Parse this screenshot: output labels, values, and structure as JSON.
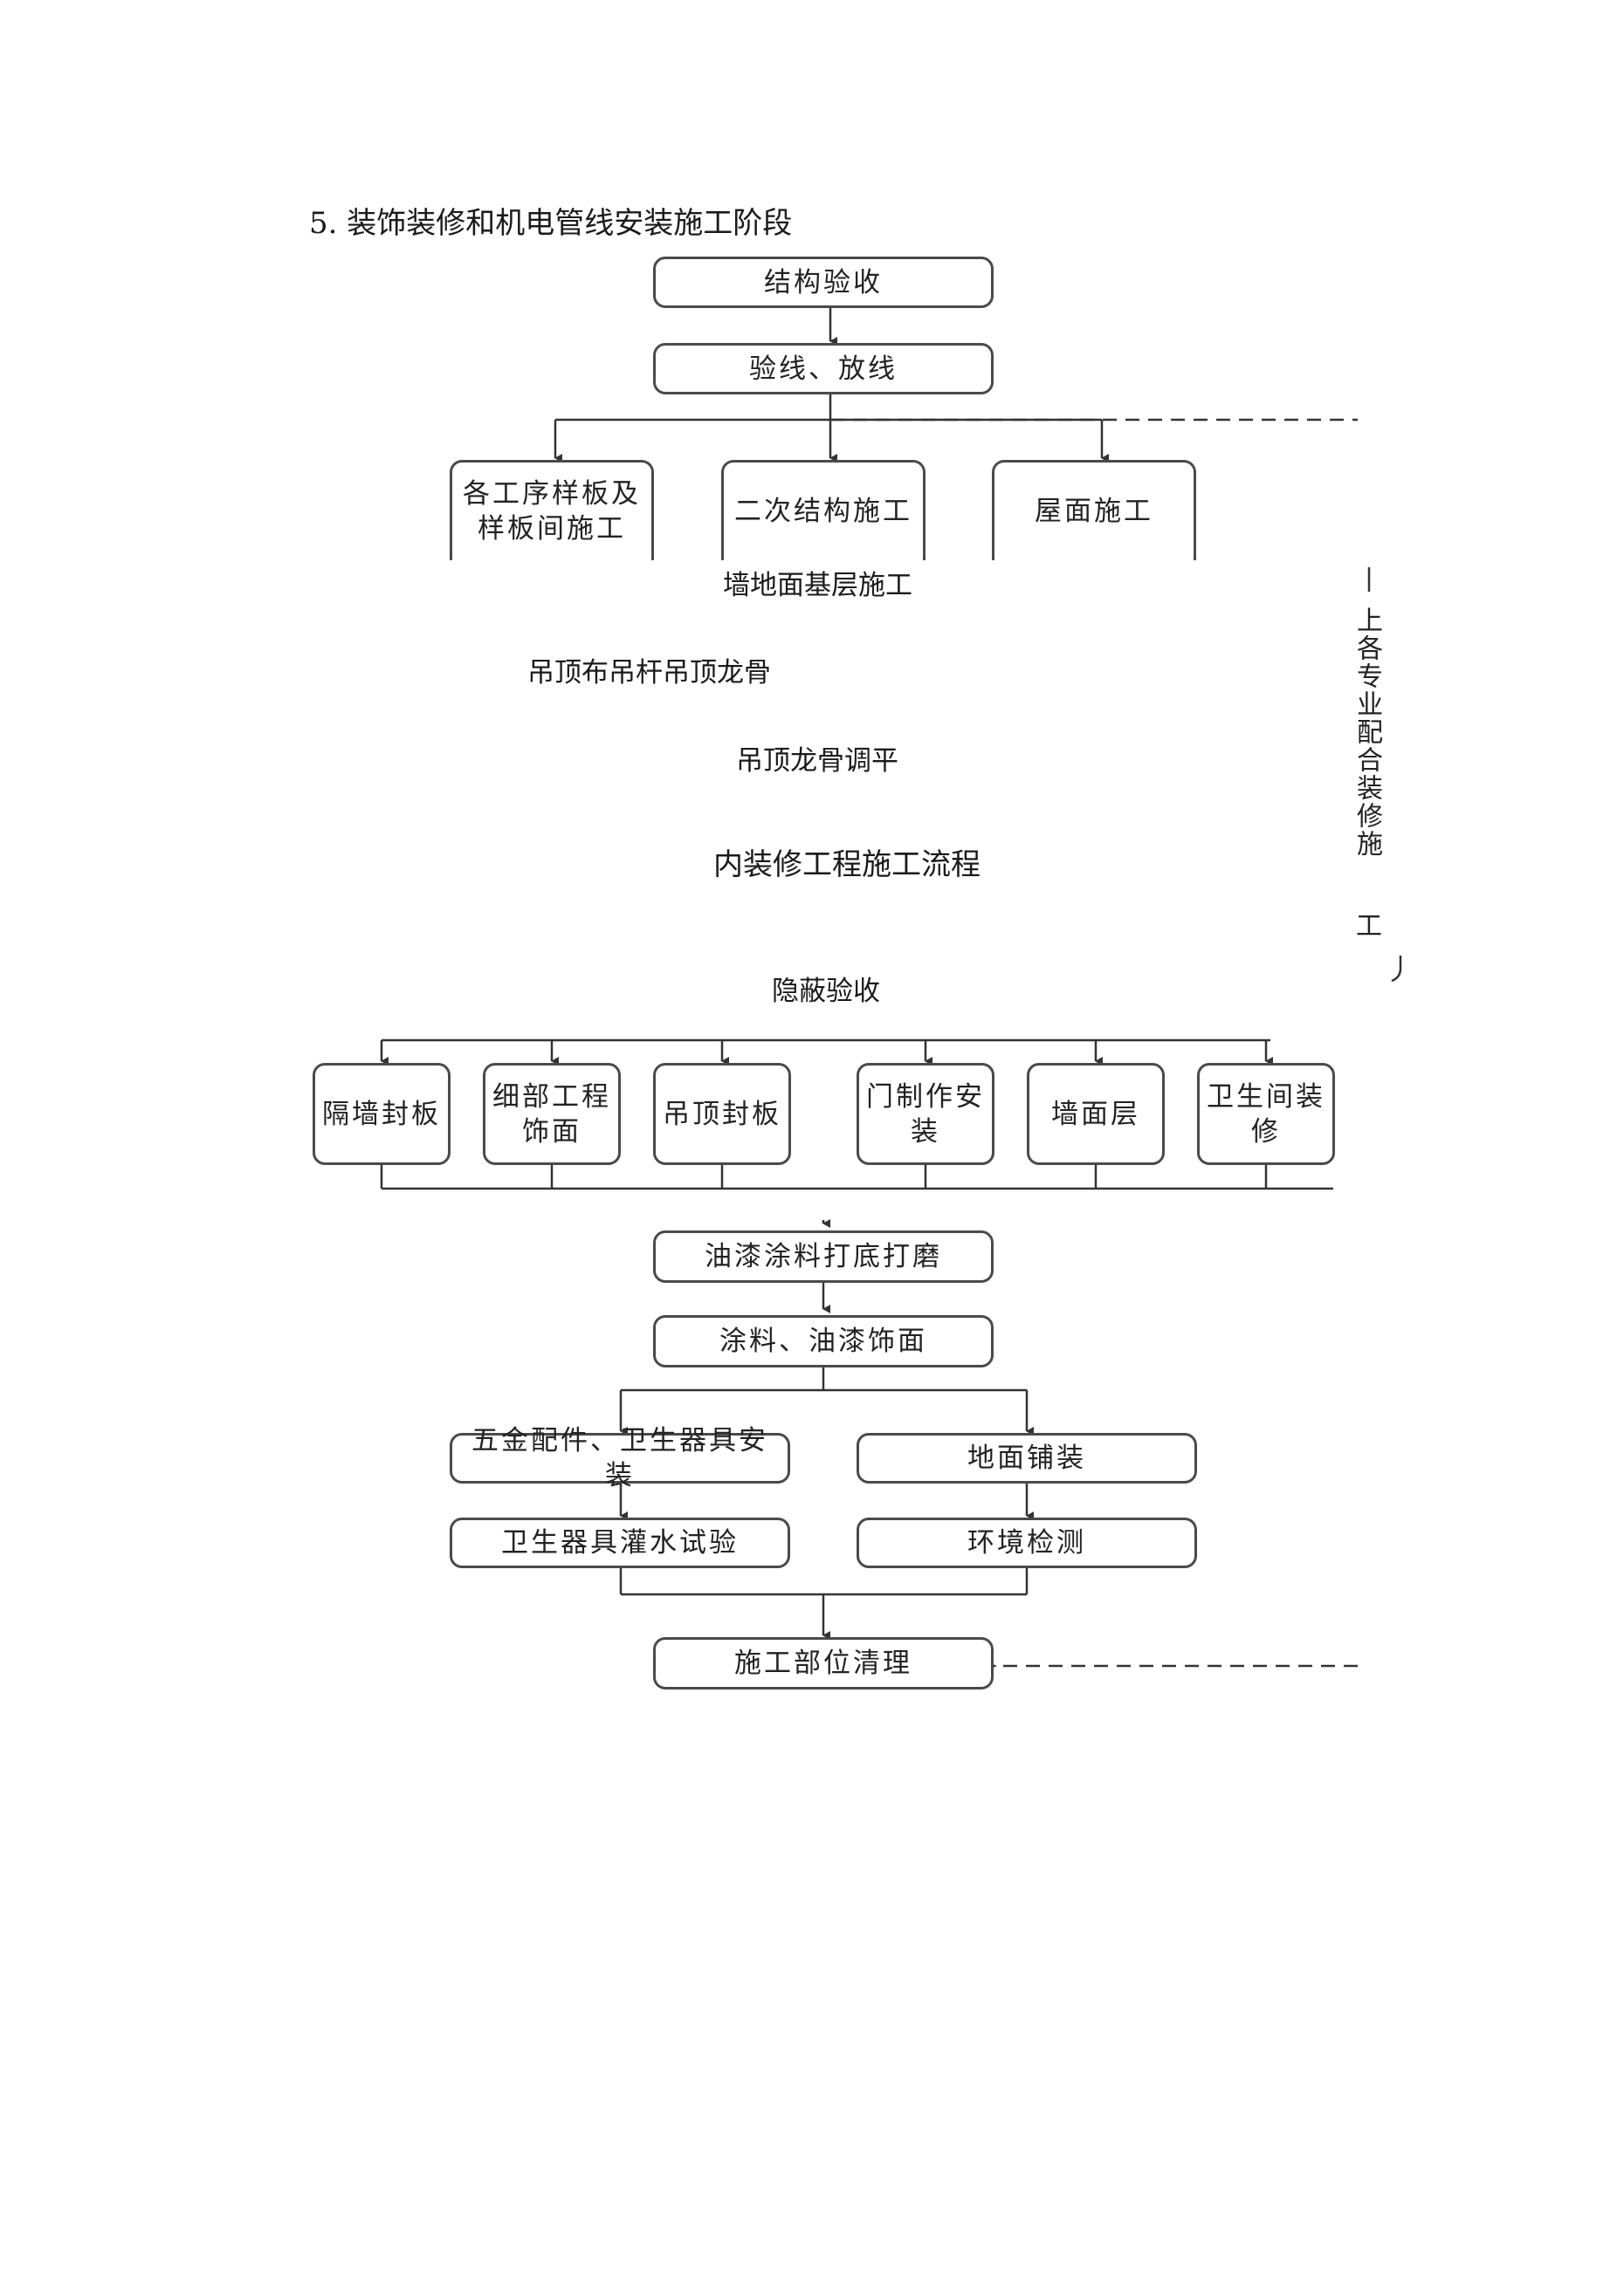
{
  "heading": "5. 装饰装修和机电管线安装施工阶段",
  "boxes": {
    "structure_acceptance": "结构验收",
    "line_check": "验线、放线",
    "sample_board": "各工序样板及样板间施工",
    "secondary_structure": "二次结构施工",
    "roof": "屋面施工",
    "partition_board": "隔墙封板",
    "detail_finish": "细部工程饰面",
    "ceiling_board": "吊顶封板",
    "door_install": "门制作安装",
    "wall_layer": "墙面层",
    "bathroom": "卫生间装修",
    "paint_primer": "油漆涂料打底打磨",
    "paint_finish": "涂料、油漆饰面",
    "hardware_install": "五金配件、卫生器具安装",
    "floor_paving": "地面铺装",
    "sanitary_test": "卫生器具灌水试验",
    "env_test": "环境检测",
    "site_cleanup": "施工部位清理"
  },
  "texts": {
    "wall_floor_base": "墙地面基层施工",
    "ceiling_hanger": "吊顶布吊杆吊顶龙骨",
    "ceiling_level": "吊顶龙骨调平",
    "process_title": "内装修工程施工流程",
    "concealed_acceptance": "隐蔽验收"
  },
  "side_note": {
    "label": "上各专业配合装修施",
    "tail": "工"
  }
}
